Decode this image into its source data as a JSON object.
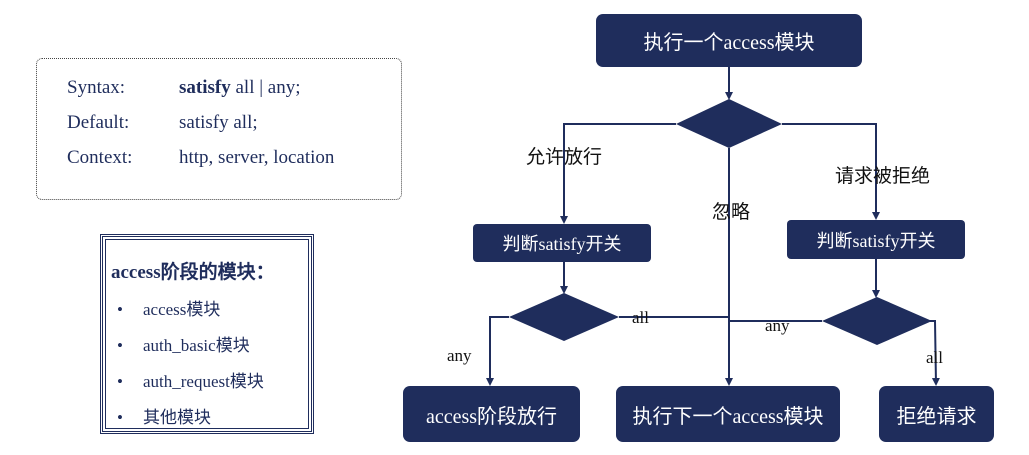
{
  "syntax_box": {
    "rows": [
      {
        "key": "Syntax:",
        "bold": "satisfy",
        "rest": " all | any;"
      },
      {
        "key": "Default:",
        "bold": "",
        "rest": "satisfy all;"
      },
      {
        "key": "Context:",
        "bold": "",
        "rest": "http, server, location"
      }
    ]
  },
  "modules_box": {
    "title": "access阶段的模块：",
    "items": [
      "access模块",
      "auth_basic模块",
      "auth_request模块",
      "其他模块"
    ]
  },
  "flow": {
    "start": "执行一个access模块",
    "check_left": "判断satisfy开关",
    "check_right": "判断satisfy开关",
    "end_pass": "access阶段放行",
    "end_next": "执行下一个access模块",
    "end_reject": "拒绝请求",
    "labels": {
      "allow": "允许放行",
      "ignore": "忽略",
      "deny": "请求被拒绝",
      "left_all": "all",
      "left_any": "any",
      "right_any": "any",
      "right_all": "all"
    }
  },
  "colors": {
    "node_fill": "#1f2d5c",
    "line": "#1f2d5c"
  }
}
